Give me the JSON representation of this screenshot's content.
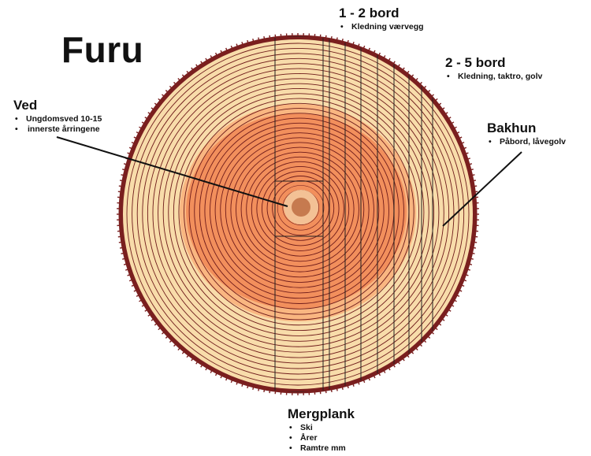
{
  "title": "Furu",
  "labels": {
    "bord12": {
      "heading": "1 - 2 bord",
      "items": [
        "Kledning værvegg"
      ]
    },
    "bord25": {
      "heading": "2 - 5 bord",
      "items": [
        "Kledning, taktro, golv"
      ]
    },
    "ved": {
      "heading": "Ved",
      "items": [
        "Ungdomsved 10-15",
        "innerste årringene"
      ]
    },
    "bakhun": {
      "heading": "Bakhun",
      "items": [
        "Påbord, låvegolv"
      ]
    },
    "mergplank": {
      "heading": "Mergplank",
      "items": [
        "Ski",
        "Årer",
        "Ramtre mm"
      ]
    }
  },
  "colors": {
    "sapwood": "#f8dcaa",
    "heartwood_outer": "#f9b681",
    "heartwood_inner": "#f28f5c",
    "pith": "#c67a4f",
    "bark": "#7a1f1f",
    "ring": "#6e1a1a"
  }
}
